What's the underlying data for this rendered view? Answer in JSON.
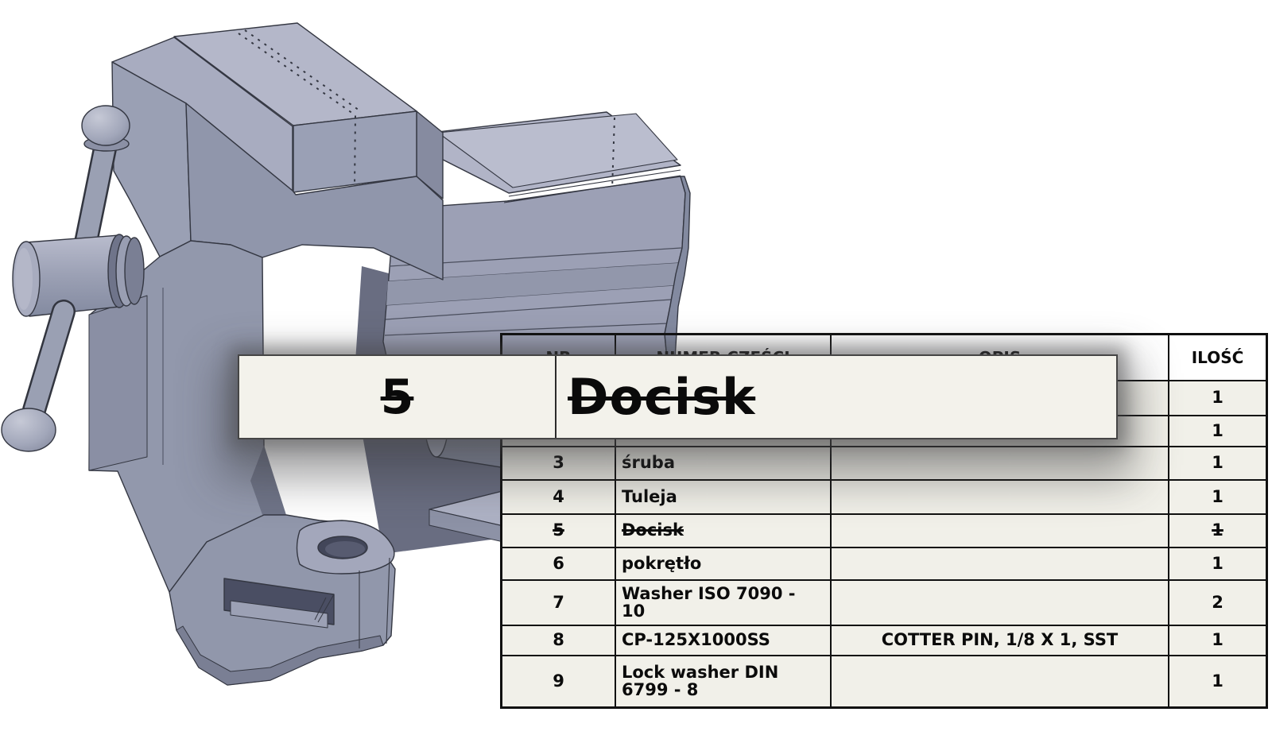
{
  "view": {
    "type": "cad-drawing",
    "background": "#ffffff"
  },
  "model": {
    "label": "bench-vise-3d-model",
    "colors": {
      "top_face": "#b2b5c7",
      "light_plate": "#babdce",
      "front_face": "#9ca0b5",
      "side_face": "#8f94a9",
      "shadow": "#696d81",
      "outline": "#343742"
    }
  },
  "table": {
    "columns": [
      "NR",
      "NUMER CZĘŚCI",
      "OPIS",
      "ILOŚĆ"
    ],
    "rows": [
      {
        "nr": "",
        "part": "",
        "desc": "",
        "qty": "1",
        "struck": false
      },
      {
        "nr": "",
        "part": "",
        "desc": "",
        "qty": "1",
        "struck": false
      },
      {
        "nr": "3",
        "part": "śruba",
        "desc": "",
        "qty": "1",
        "struck": false
      },
      {
        "nr": "4",
        "part": "Tuleja",
        "desc": "",
        "qty": "1",
        "struck": false
      },
      {
        "nr": "5",
        "part": "Docisk",
        "desc": "",
        "qty": "1",
        "struck": true
      },
      {
        "nr": "6",
        "part": "pokrętło",
        "desc": "",
        "qty": "1",
        "struck": false
      },
      {
        "nr": "7",
        "part": "Washer ISO 7090 -\n10",
        "desc": "",
        "qty": "2",
        "struck": false
      },
      {
        "nr": "8",
        "part": "CP-125X1000SS",
        "desc": "COTTER PIN, 1/8 X 1, SST",
        "qty": "1",
        "struck": false
      },
      {
        "nr": "9",
        "part": "Lock washer DIN\n6799 - 8",
        "desc": "",
        "qty": "1",
        "struck": false
      }
    ],
    "cell_background": "#f1f0e9",
    "line_color": "#101010"
  },
  "popup": {
    "nr": "5",
    "part": "Docisk",
    "struck": true,
    "background": "#f3f2eb"
  }
}
